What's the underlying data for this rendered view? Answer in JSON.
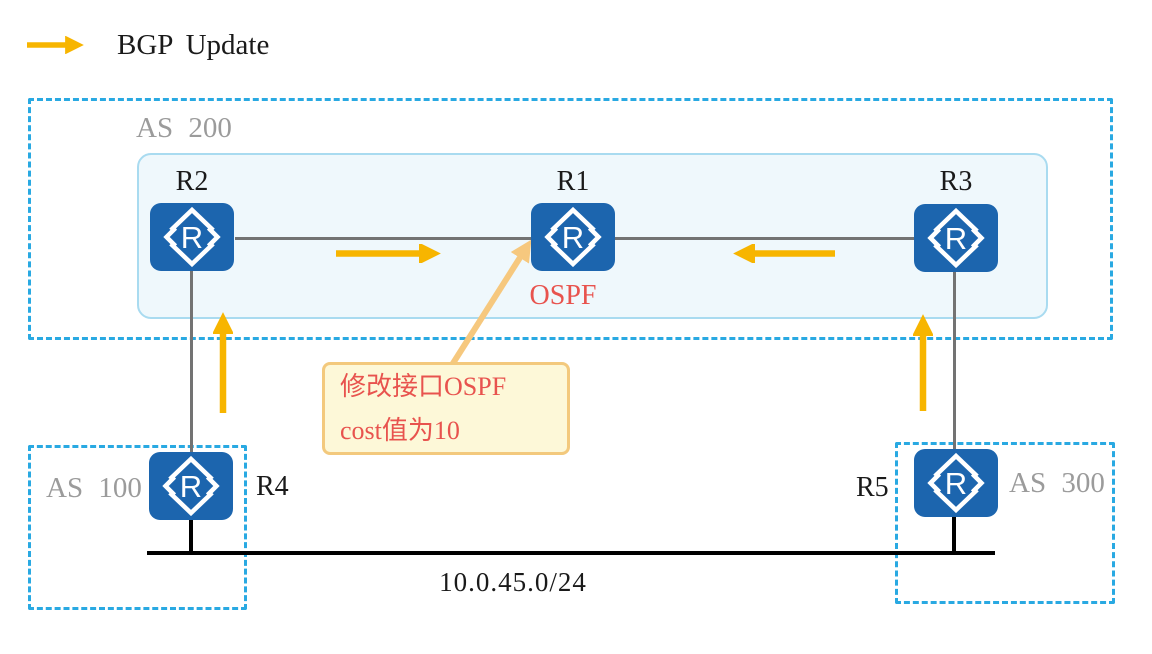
{
  "legend": {
    "label": "BGP Update"
  },
  "groups": {
    "as200": {
      "label": "AS 200"
    },
    "as100": {
      "label": "AS 100"
    },
    "as300": {
      "label": "AS 300"
    }
  },
  "routers": {
    "r1": {
      "label": "R1"
    },
    "r2": {
      "label": "R2"
    },
    "r3": {
      "label": "R3"
    },
    "r4": {
      "label": "R4"
    },
    "r5": {
      "label": "R5"
    }
  },
  "annotations": {
    "ospf_label": "OSPF",
    "callout": {
      "line1": "修改接口OSPF",
      "line2": "cost值为10"
    }
  },
  "network": {
    "segment_label": "10.0.45.0/24"
  },
  "icons": {
    "router_glyph": "R"
  },
  "colors": {
    "as_border_cyan": "#29A9E2",
    "router_blue": "#1C65AE",
    "bgp_arrow_gold": "#F7B500",
    "callout_arrow": "#F6C87E",
    "callout_border": "#F3C97D",
    "callout_fill": "#FDF8D8",
    "highlight_red": "#E8534E",
    "as_label_gray": "#9B9B9B",
    "link_gray": "#737373",
    "core_area_fill": "#EFF8FC",
    "core_area_border": "#A9DBF0"
  }
}
